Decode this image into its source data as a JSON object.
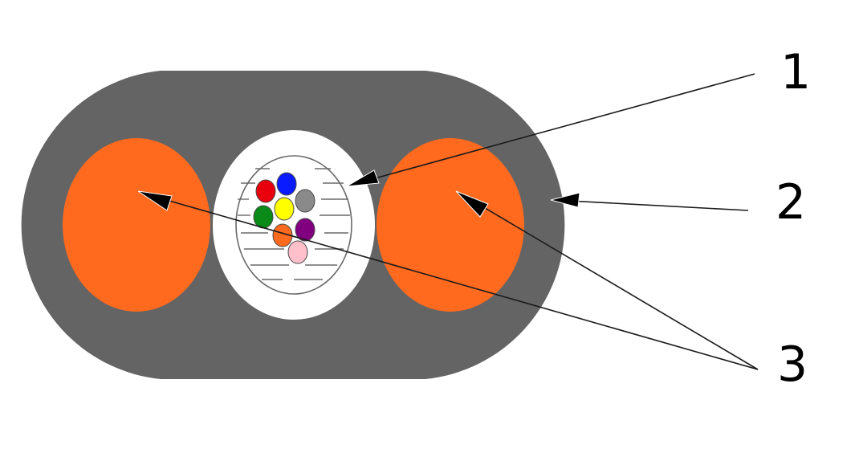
{
  "labels": {
    "callout_1": "1",
    "callout_2": "2",
    "callout_3": "3"
  },
  "colors": {
    "outer_sheath": "#646464",
    "strength_member": "#ff6a1f",
    "loose_tube": "#ffffff",
    "fiber_red": "#e8000c",
    "fiber_blue": "#0a1cff",
    "fiber_gray": "#8a8a8a",
    "fiber_green": "#0a8a16",
    "fiber_yellow": "#ffff00",
    "fiber_orange": "#ff6a1f",
    "fiber_purple": "#800080",
    "fiber_pink": "#ffc0cb"
  }
}
